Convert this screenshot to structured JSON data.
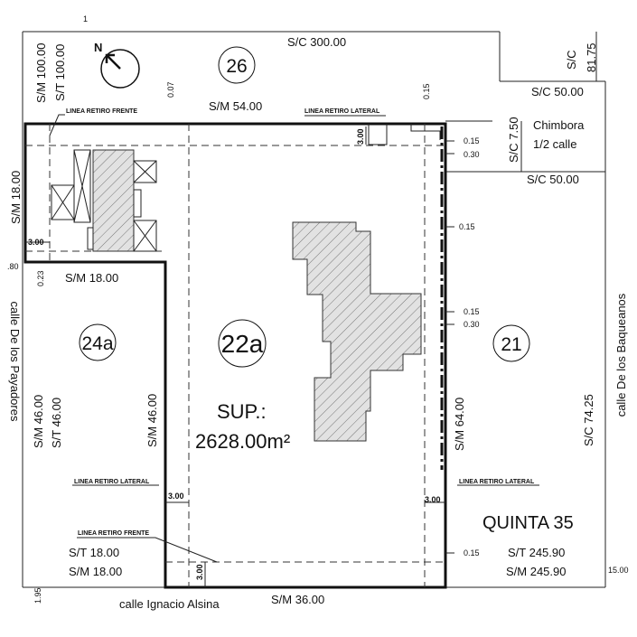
{
  "lots": {
    "l26": "26",
    "l22a": "22a",
    "l24a": "24a",
    "l21": "21"
  },
  "surface": {
    "label": "SUP.:",
    "value": "2628.00m²"
  },
  "quinta": "QUINTA 35",
  "north": "N",
  "streets": {
    "baqueanos": "calle De los Baqueanos",
    "payadores": "calle De los Payadores",
    "alsina": "calle Ignacio Alsina"
  },
  "chimbora": {
    "line1": "Chimbora",
    "line2": "1/2 calle"
  },
  "dims": {
    "sc300": "S/C 300.00",
    "sm54": "S/M 54.00",
    "sc50a": "S/C 50.00",
    "sc50b": "S/C 50.00",
    "sc81_a": "S/C",
    "sc81_b": "81.75",
    "sc7_50": "S/C 7.50",
    "sm100": "S/M 100.00",
    "st100": "S/T 100.00",
    "sm18v": "S/M 18.00",
    "sm18h": "S/M 18.00",
    "sm46a": "S/M 46.00",
    "st46": "S/T 46.00",
    "sm46b": "S/M 46.00",
    "sm64": "S/M 64.00",
    "sc74": "S/C 74.25",
    "st18": "S/T 18.00",
    "sm18b": "S/M 18.00",
    "sm36": "S/M 36.00",
    "st245": "S/T 245.90",
    "sm245": "S/M 245.90",
    "d15_00": "15.00",
    "d80": ".80",
    "d95": "1.95",
    "d023": "0.23",
    "d007": "0.07",
    "d015_top": "0.15",
    "d015_a": "0.15",
    "d030_a": "0.30",
    "d015_b": "0.15",
    "d015_c": "0.15",
    "d030_b": "0.30",
    "d015_d": "0.15",
    "d300_a": "3.00",
    "d300_b": "3.00",
    "d300_c": "3.00",
    "d300_d": "3.00",
    "d300_e": "3.00",
    "top_cut": "1"
  },
  "setback_labels": {
    "frente_top": "LINEA RETIRO FRENTE",
    "lateral_top": "LINEA RETIRO LATERAL",
    "lateral_left": "LINEA RETIRO LATERAL",
    "lateral_right": "LINEA RETIRO LATERAL",
    "frente_bottom": "LINEA RETIRO FRENTE"
  },
  "colors": {
    "line": "#111111",
    "hatch": "#777777",
    "building_fill": "#dcdcdc"
  }
}
